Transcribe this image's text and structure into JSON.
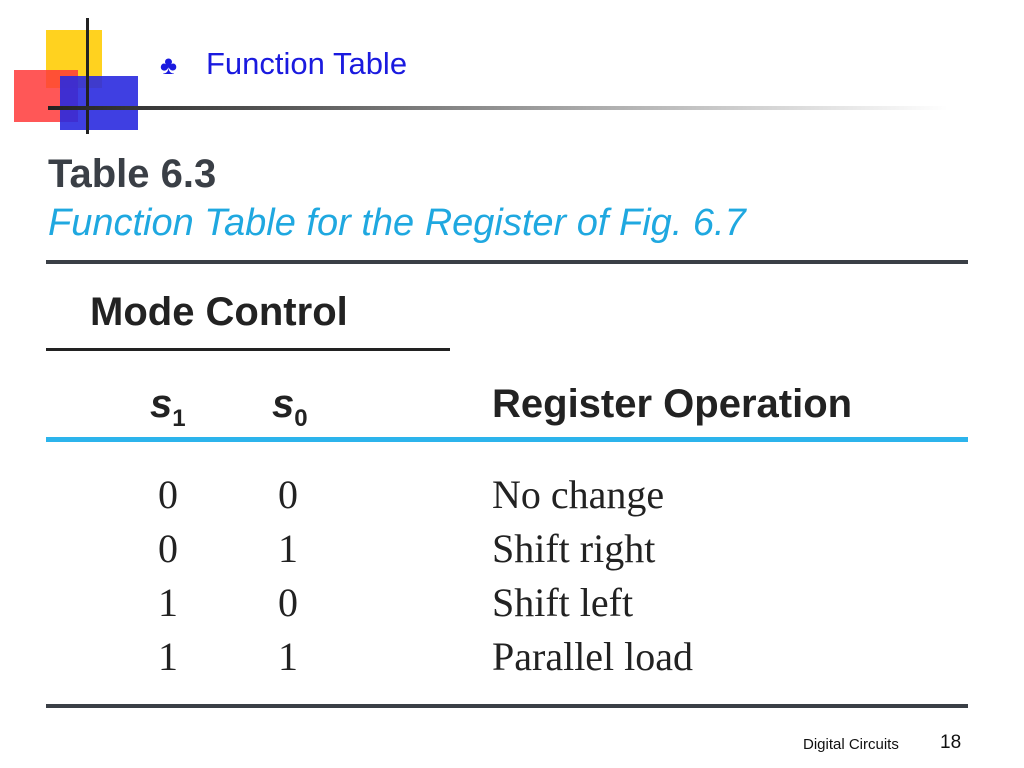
{
  "slide": {
    "title": "Function Table",
    "bullet_icon": "club-icon",
    "colors": {
      "title": "#1a1adf",
      "caption": "#1fa8e0",
      "header_rule": "#2cb4ec",
      "deco_yellow": "#ffd21f",
      "deco_red": "#ff3a3a",
      "deco_blue": "#2a2adf"
    }
  },
  "table": {
    "label": "Table 6.3",
    "caption": "Function Table for the Register of Fig. 6.7",
    "group_header": "Mode Control",
    "columns": {
      "s1": {
        "var": "s",
        "sub": "1"
      },
      "s0": {
        "var": "s",
        "sub": "0"
      },
      "operation": "Register Operation"
    },
    "rows": [
      {
        "s1": "0",
        "s0": "0",
        "operation": "No change"
      },
      {
        "s1": "0",
        "s0": "1",
        "operation": "Shift right"
      },
      {
        "s1": "1",
        "s0": "0",
        "operation": "Shift left"
      },
      {
        "s1": "1",
        "s0": "1",
        "operation": "Parallel load"
      }
    ]
  },
  "footer": {
    "label": "Digital Circuits",
    "page_number": "18"
  }
}
